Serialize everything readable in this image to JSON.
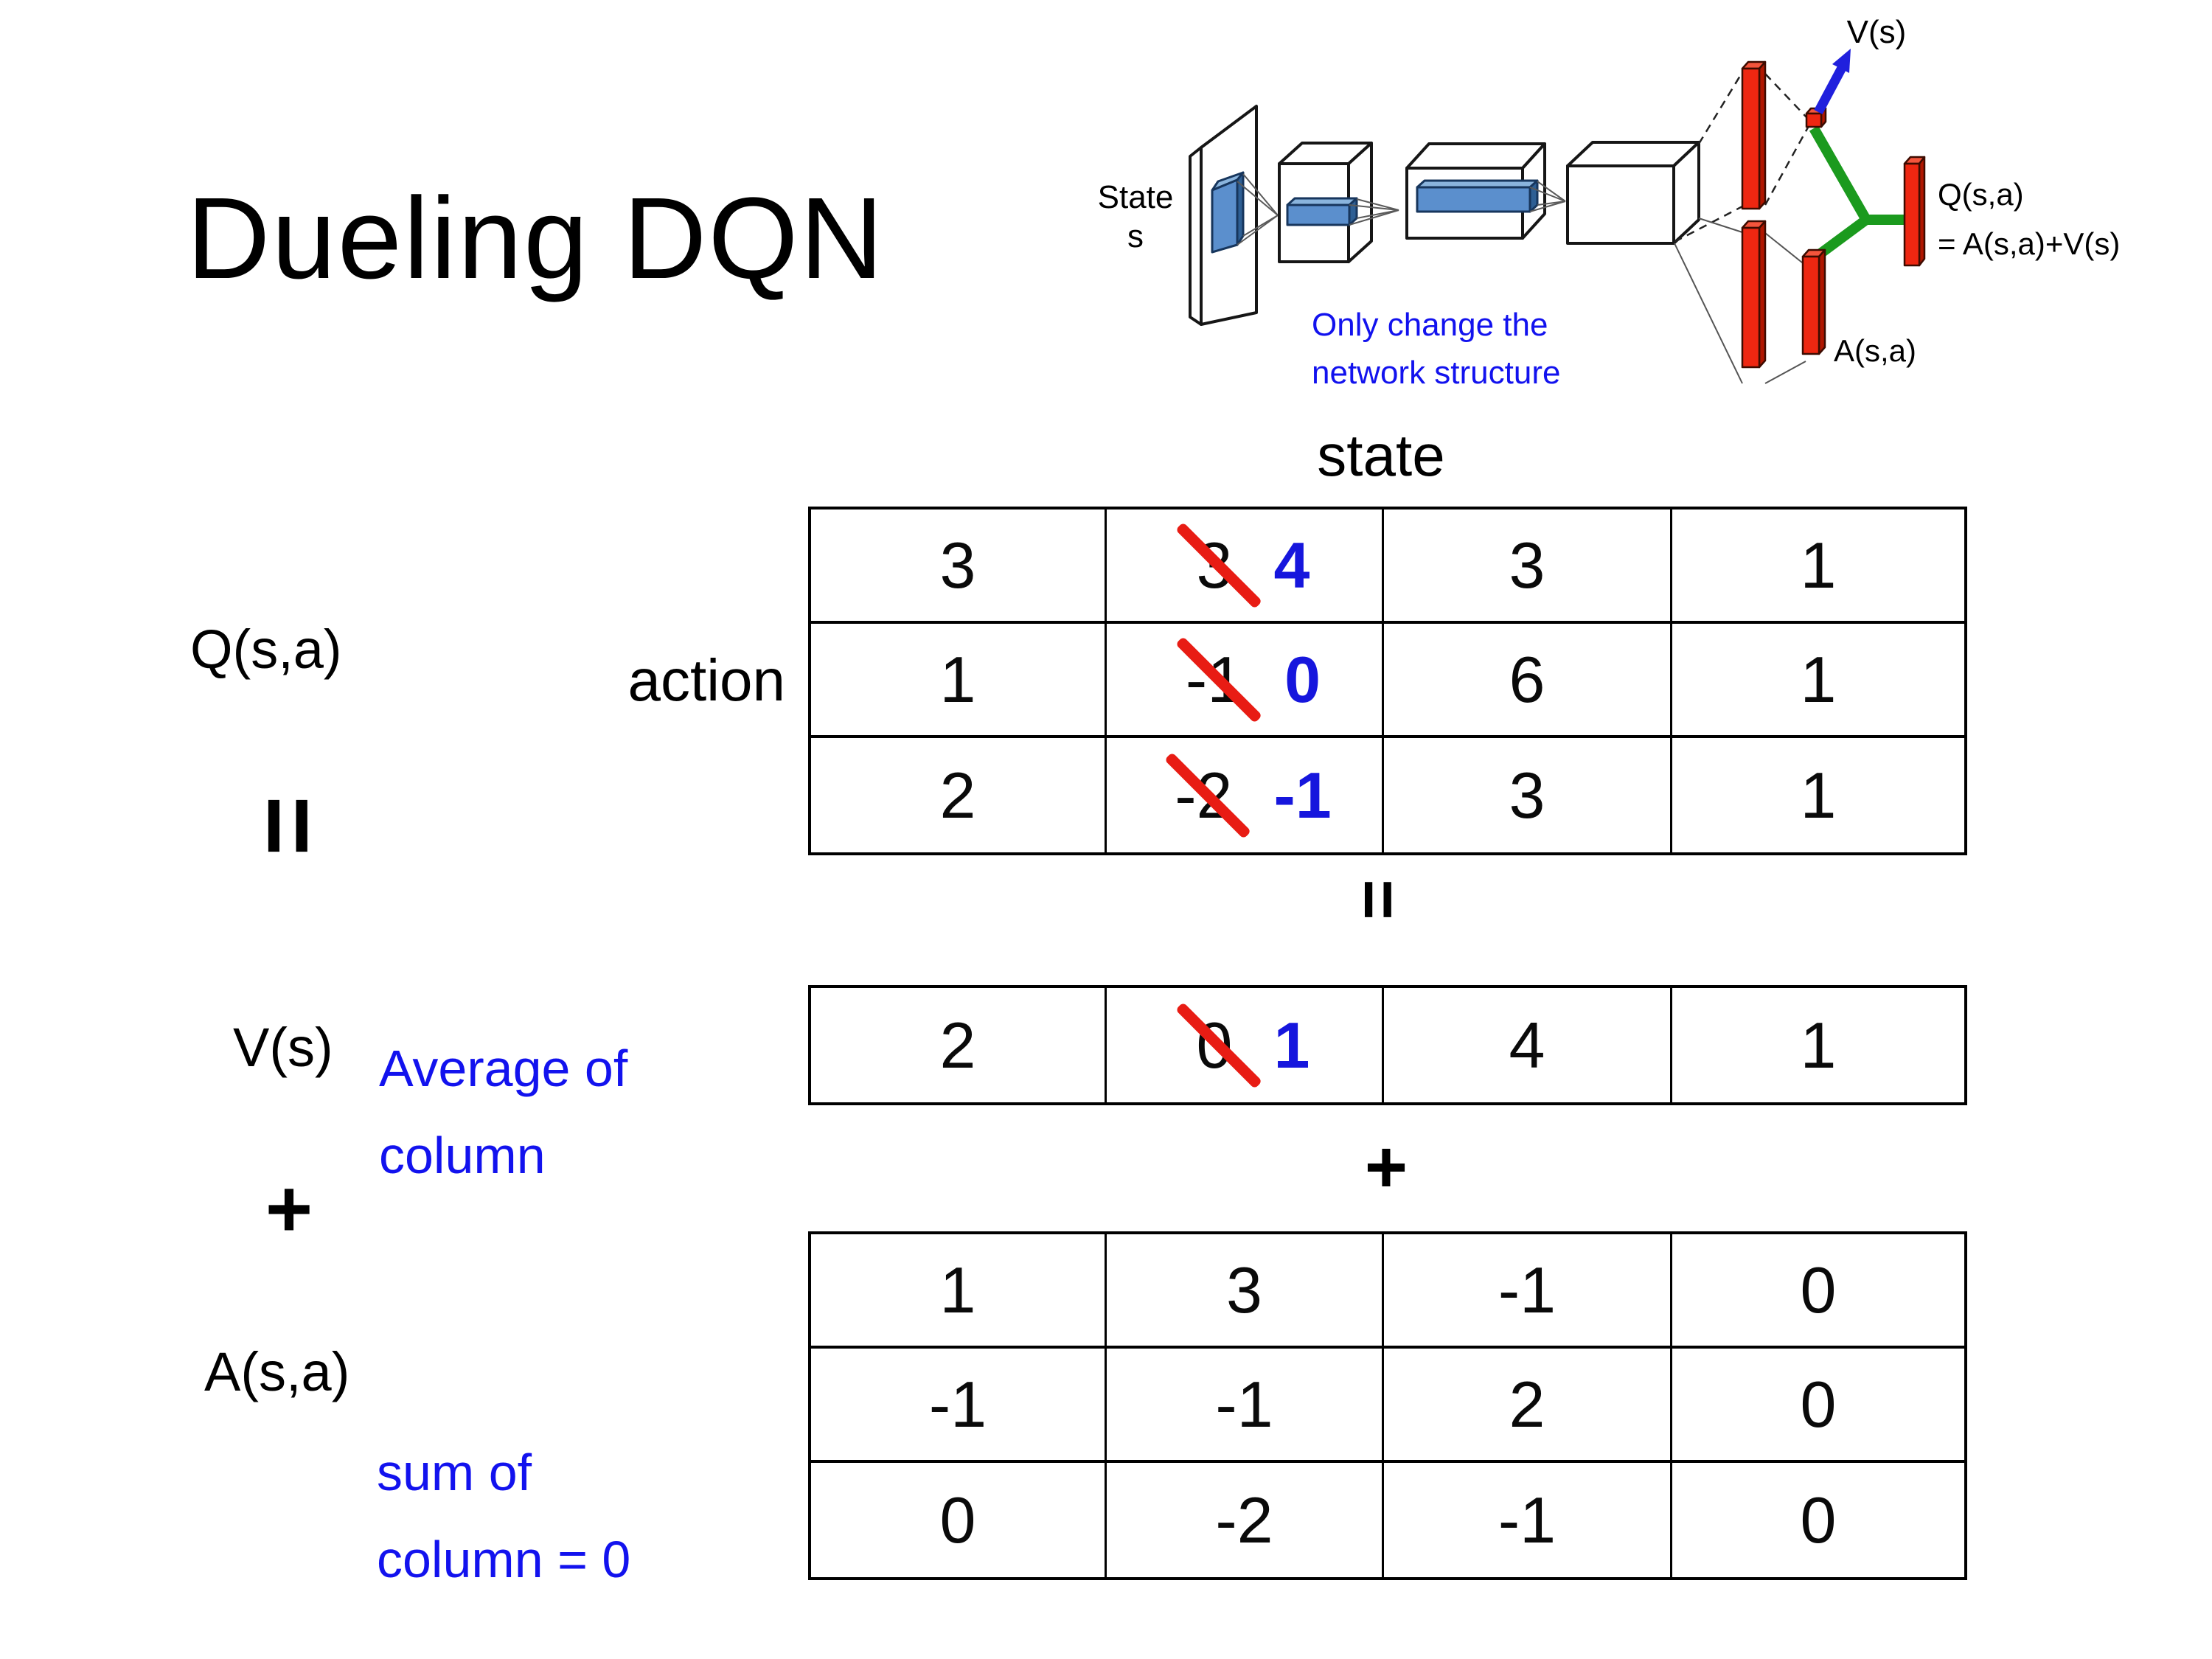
{
  "slide": {
    "title": "Dueling DQN"
  },
  "network_diagram": {
    "state_label_line1": "State",
    "state_label_line2": "s",
    "v_output_label": "V(s)",
    "a_output_label": "A(s,a)",
    "q_output_label_line1": "Q(s,a)",
    "q_output_label_line2": "= A(s,a)+V(s)",
    "note_line1": "Only change the",
    "note_line2": "network structure"
  },
  "equation": {
    "q_label": "Q(s,a)",
    "equals_left": "=",
    "v_label": "V(s)",
    "plus_left": "+",
    "a_label": "A(s,a)",
    "equals_mid": "=",
    "plus_mid": "+",
    "state_header": "state",
    "action_header": "action",
    "average_note_line1": "Average of",
    "average_note_line2": "column",
    "sum_note_line1": "sum of",
    "sum_note_line2": "column = 0"
  },
  "tables": {
    "q": {
      "rows": [
        [
          {
            "v": "3"
          },
          {
            "v": "3",
            "new": "4"
          },
          {
            "v": "3"
          },
          {
            "v": "1"
          }
        ],
        [
          {
            "v": "1"
          },
          {
            "v": "-1",
            "new": "0"
          },
          {
            "v": "6"
          },
          {
            "v": "1"
          }
        ],
        [
          {
            "v": "2"
          },
          {
            "v": "-2",
            "new": "-1"
          },
          {
            "v": "3"
          },
          {
            "v": "1"
          }
        ]
      ]
    },
    "v": {
      "rows": [
        [
          {
            "v": "2"
          },
          {
            "v": "0",
            "new": "1"
          },
          {
            "v": "4"
          },
          {
            "v": "1"
          }
        ]
      ]
    },
    "a": {
      "rows": [
        [
          {
            "v": "1"
          },
          {
            "v": "3"
          },
          {
            "v": "-1"
          },
          {
            "v": "0"
          }
        ],
        [
          {
            "v": "-1"
          },
          {
            "v": "-1"
          },
          {
            "v": "2"
          },
          {
            "v": "0"
          }
        ],
        [
          {
            "v": "0"
          },
          {
            "v": "-2"
          },
          {
            "v": "-1"
          },
          {
            "v": "0"
          }
        ]
      ]
    }
  },
  "colors": {
    "annotation_blue": "#1212ee",
    "replacement_blue": "#1616dd",
    "strike_red": "#e81c14",
    "bar_red": "#ee2711",
    "merge_green": "#1b9a1e",
    "arrow_blue": "#2020dd",
    "feature_blue": "#5b8fcd"
  }
}
